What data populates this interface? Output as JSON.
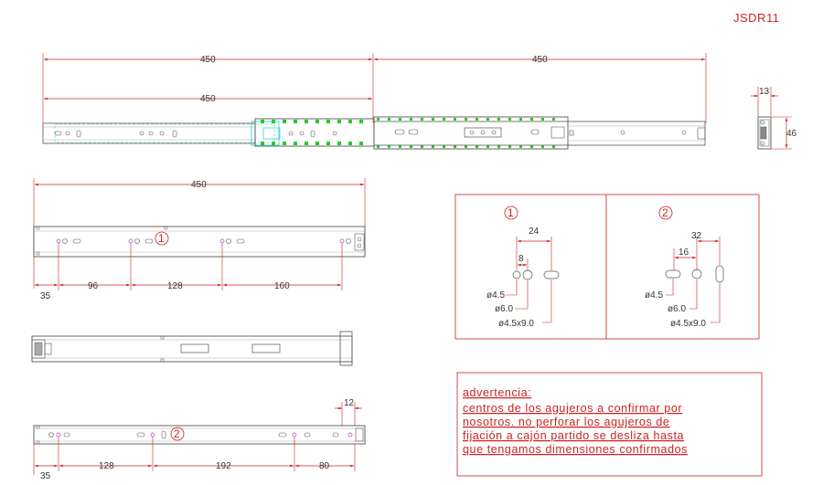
{
  "drawing_code": "JSDR11",
  "colors": {
    "dim": "#cc2222",
    "outline": "#555555",
    "cyan": "#22cccc",
    "green": "#22cc22",
    "text": "#333333",
    "hole": "#cc33cc"
  },
  "top_view": {
    "left_length": "450",
    "right_length": "450",
    "inner_length": "450",
    "end_width": "13",
    "end_height": "46"
  },
  "view1": {
    "length": "450",
    "marker": "1",
    "offsets": [
      "35",
      "96",
      "128",
      "160"
    ]
  },
  "view2": {
    "width": "12",
    "marker": "2",
    "offsets": [
      "35",
      "128",
      "192",
      "80"
    ]
  },
  "detail1": {
    "marker": "1",
    "dim_a": "24",
    "dim_b": "8",
    "hole_small": "ø4.5",
    "hole_round": "ø6.0",
    "hole_slot": "ø4.5x9.0"
  },
  "detail2": {
    "marker": "2",
    "dim_a": "32",
    "dim_b": "16",
    "hole_small": "ø4.5",
    "hole_round": "ø6.0",
    "hole_slot": "ø4.5x9.0"
  },
  "warning": {
    "title": "advertencia:",
    "lines": [
      "centros de los agujeros a confirmar por",
      "nosotros. no perforar los agujeros de",
      "fijación a cajón partido se desliza hasta",
      "que tengamos dimensiones confirmados"
    ]
  }
}
